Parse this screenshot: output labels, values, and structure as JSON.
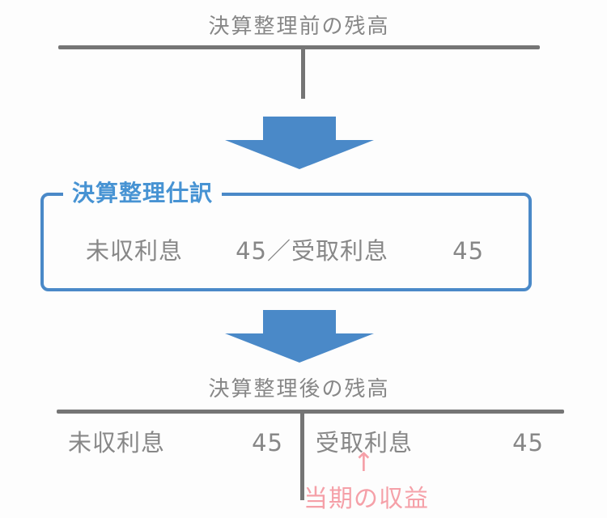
{
  "colors": {
    "bg": "#FDFDFD",
    "accent_blue": "#4A89C8",
    "legend_blue": "#4793D3",
    "line_gray": "#757575",
    "text_gray": "#878787",
    "pink": "#F5A0A8"
  },
  "icons": {
    "down_arrow_1": "down-arrow-icon",
    "down_arrow_2": "down-arrow-icon",
    "up_arrow": "up-arrow-icon"
  },
  "top_section": {
    "title": "決算整理前の残高"
  },
  "adjustment_box": {
    "legend": "決算整理仕訳",
    "entry": {
      "debit_account": "未収利息",
      "debit_amount": "45",
      "separator": "／",
      "credit_account": "受取利息",
      "credit_amount": "45"
    }
  },
  "bottom_section": {
    "title": "決算整理後の残高",
    "left": {
      "account": "未収利息",
      "amount": "45"
    },
    "right": {
      "account": "受取利息",
      "amount": "45"
    },
    "annotation": {
      "arrow": "↑",
      "label": "当期の収益"
    }
  }
}
